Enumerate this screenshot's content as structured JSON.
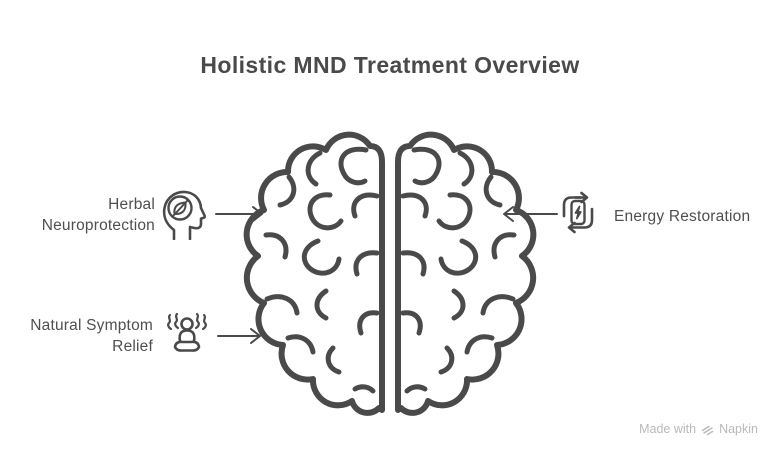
{
  "title": "Holistic MND Treatment Overview",
  "diagram": {
    "center_icon": "brain-top-view",
    "nodes": [
      {
        "lines": [
          "Herbal",
          "Neuroprotection"
        ],
        "icon": "head-leaf-icon",
        "side": "left"
      },
      {
        "lines": [
          "Natural Symptom",
          "Relief"
        ],
        "icon": "meditation-icon",
        "side": "left"
      },
      {
        "lines": [
          "Energy Restoration"
        ],
        "icon": "battery-recycle-icon",
        "side": "right"
      }
    ]
  },
  "watermark": {
    "text": "Made with",
    "brand": "Napkin"
  },
  "colors": {
    "ink": "#4a4a4a",
    "background": "#ffffff",
    "watermark": "#b9b9b9"
  }
}
